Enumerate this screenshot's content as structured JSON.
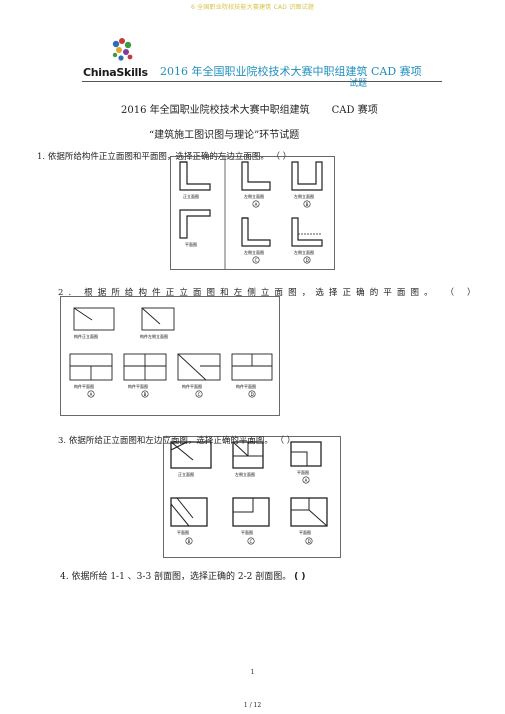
{
  "header": {
    "top_note": "6 全国职业院校技能大赛建筑 CAD 识图试题",
    "logo_text": "ChinaSkills",
    "banner_title": "2016 年全国职业院校技术大赛中职组建筑  CAD 赛项",
    "banner_subtitle": "试题"
  },
  "doc": {
    "title_main": "2016 年全国职业院校技术大赛中职组建筑",
    "title_cad": "CAD 赛项",
    "subtitle": "“建筑施工图识图与理论”环节试题"
  },
  "questions": [
    {
      "number": "1.",
      "text": "依据所给构件正立面图和平面图，选择正确的左边立面图。",
      "answer_blank": "（          ）"
    },
    {
      "number": "2.",
      "text": "根据所给构件正立面图和左侧立面图，选择正确的平面图。",
      "answer_blank": "（  ）"
    },
    {
      "number": "3.",
      "text": "依据所给正立面图和左边立面图，选择正确的平面图。",
      "answer_blank": "（          ）"
    },
    {
      "number": "4.",
      "text": "依据所给 1-1 、3-3 剖面图，选择正确的  2-2 剖面图。",
      "answer_blank": "(    )"
    }
  ],
  "figures": {
    "q1": {
      "given_front": "正立面图",
      "given_plan": "平面图",
      "option_label": "左侧立面图",
      "options": [
        "A",
        "B",
        "C",
        "D"
      ]
    },
    "q2": {
      "given_front": "构件正立面图",
      "given_left": "构件左侧立面图",
      "option_label": "构件平面图",
      "options": [
        "A",
        "B",
        "C",
        "D"
      ]
    },
    "q3": {
      "given_front": "正立面图",
      "given_left": "左侧立面图",
      "option_label": "平面图",
      "options": [
        "A",
        "B",
        "C",
        "D"
      ]
    }
  },
  "footer": {
    "page_number": "1",
    "page_count": "1 / 12"
  }
}
